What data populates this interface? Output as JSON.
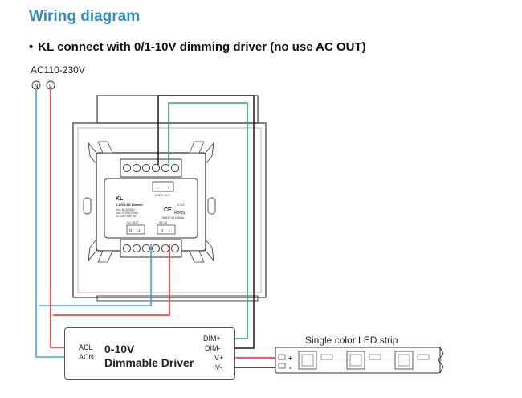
{
  "header": {
    "title": "Wiring diagram",
    "subtitle_bullet": "•",
    "subtitle": "KL connect with 0/1-10V dimming driver (no use AC OUT)"
  },
  "supply": {
    "label": "AC110-230V",
    "neutral_symbol": "N",
    "line_symbol": "L"
  },
  "dimmer": {
    "brand": "KL",
    "model_line": "0-10V LED Dimmer",
    "spec_1": "Uin= 85-265VAC",
    "spec_2": "Iout= 0-10V(25mA)",
    "spec_3": "AC Out= Max 3A",
    "dim_out_label": "0-10V OUT",
    "dim_minus": "-",
    "dim_plus": "+",
    "freq": "2.4G",
    "ce": "CE",
    "rohs": "RoHS",
    "made_in": "MADE IN CHINA",
    "ac_out_label": "AC OUT",
    "ac_out_n": "N",
    "ac_out_l1": "L1",
    "ac_in_label": "AC IN",
    "ac_in_n": "N",
    "ac_in_l": "L"
  },
  "driver": {
    "title_line1": "0-10V",
    "title_line2": "Dimmable Driver",
    "acl": "ACL",
    "acn": "ACN",
    "dim_plus": "DIM+",
    "dim_minus": "DIM-",
    "v_plus": "V+",
    "v_minus": "V-"
  },
  "strip": {
    "title": "Single color LED strip",
    "plus": "+",
    "minus": "-"
  },
  "colors": {
    "title_blue": "#2e8fbf",
    "wire_red": "#e8282b",
    "wire_blue": "#3aa7d8",
    "wire_green": "#2aa66a",
    "wire_black": "#1a1a1a"
  }
}
